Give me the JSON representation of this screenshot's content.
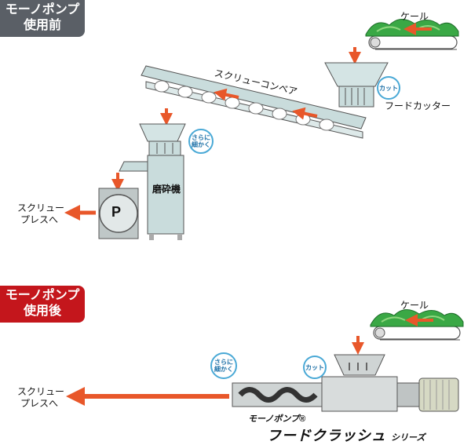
{
  "before": {
    "badge_line1": "モーノポンプ",
    "badge_line2": "使用前",
    "kale_label": "ケール",
    "conveyor_label": "スクリューコンベア",
    "cutter_label": "フードカッター",
    "cut_bubble": "カット",
    "finer_bubble_line1": "さらに",
    "finer_bubble_line2": "細かく",
    "grinder_label": "磨砕機",
    "pump_letter": "P",
    "press_line1": "スクリュー",
    "press_line2": "プレスへ"
  },
  "after": {
    "badge_line1": "モーノポンプ",
    "badge_line2": "使用後",
    "kale_label": "ケール",
    "cut_bubble": "カット",
    "finer_bubble_line1": "さらに",
    "finer_bubble_line2": "細かく",
    "press_line1": "スクリュー",
    "press_line2": "プレスへ",
    "brand": "モーノポンプ®",
    "product": "フードクラッシュ",
    "series": "シリーズ"
  },
  "colors": {
    "badge_gray": "#5a5f66",
    "badge_red": "#c4161c",
    "arrow_orange": "#e8572a",
    "machine_fill": "#c9dcdc",
    "bubble_blue": "#4aa9d6",
    "leaf_green": "#3aa845"
  }
}
